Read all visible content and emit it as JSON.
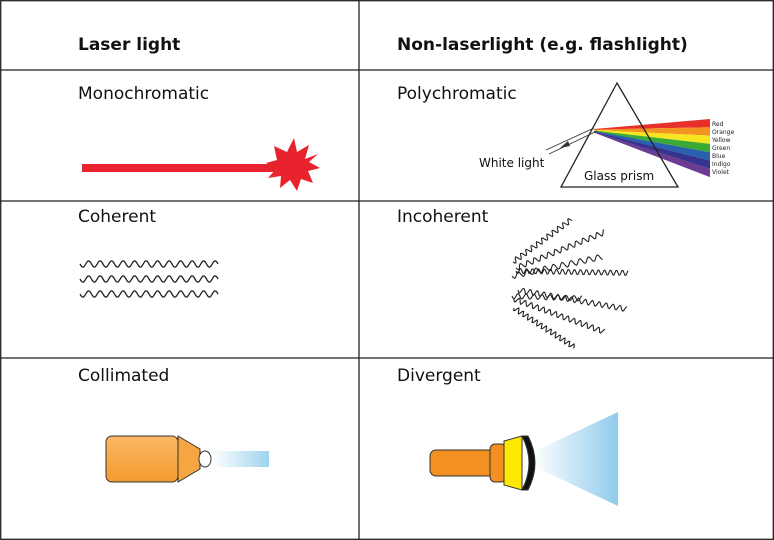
{
  "headers": {
    "laser": "Laser light",
    "nonlaser": "Non-laserlight (e.g. flashlight)"
  },
  "rows": [
    {
      "laser": "Monochromatic",
      "nonlaser": "Polychromatic"
    },
    {
      "laser": "Coherent",
      "nonlaser": "Incoherent"
    },
    {
      "laser": "Collimated",
      "nonlaser": "Divergent"
    }
  ],
  "prism": {
    "white_light_label": "White light",
    "prism_label": "Glass prism",
    "spectrum": [
      {
        "name": "Red",
        "color": "#e8302a"
      },
      {
        "name": "Orange",
        "color": "#f39322"
      },
      {
        "name": "Yellow",
        "color": "#f6e61f"
      },
      {
        "name": "Green",
        "color": "#3aaa35"
      },
      {
        "name": "Blue",
        "color": "#2a61ae"
      },
      {
        "name": "Indigo",
        "color": "#36348f"
      },
      {
        "name": "Violet",
        "color": "#6c3b92"
      }
    ]
  },
  "colors": {
    "laser_beam": "#e8232e",
    "flashlight_body": "#f7a541",
    "flashlight_dark": "#f39022",
    "flashlight_ring": "#ffe800",
    "beam_light": "#9fd3ef",
    "border": "#222222"
  },
  "icons": {
    "laser_beam": "laser-beam-icon",
    "burst": "starburst-icon",
    "coherent_waves": "coherent-waves-icon",
    "incoherent_waves": "incoherent-waves-icon",
    "laser_pointer": "laser-pointer-icon",
    "flashlight": "flashlight-icon"
  }
}
